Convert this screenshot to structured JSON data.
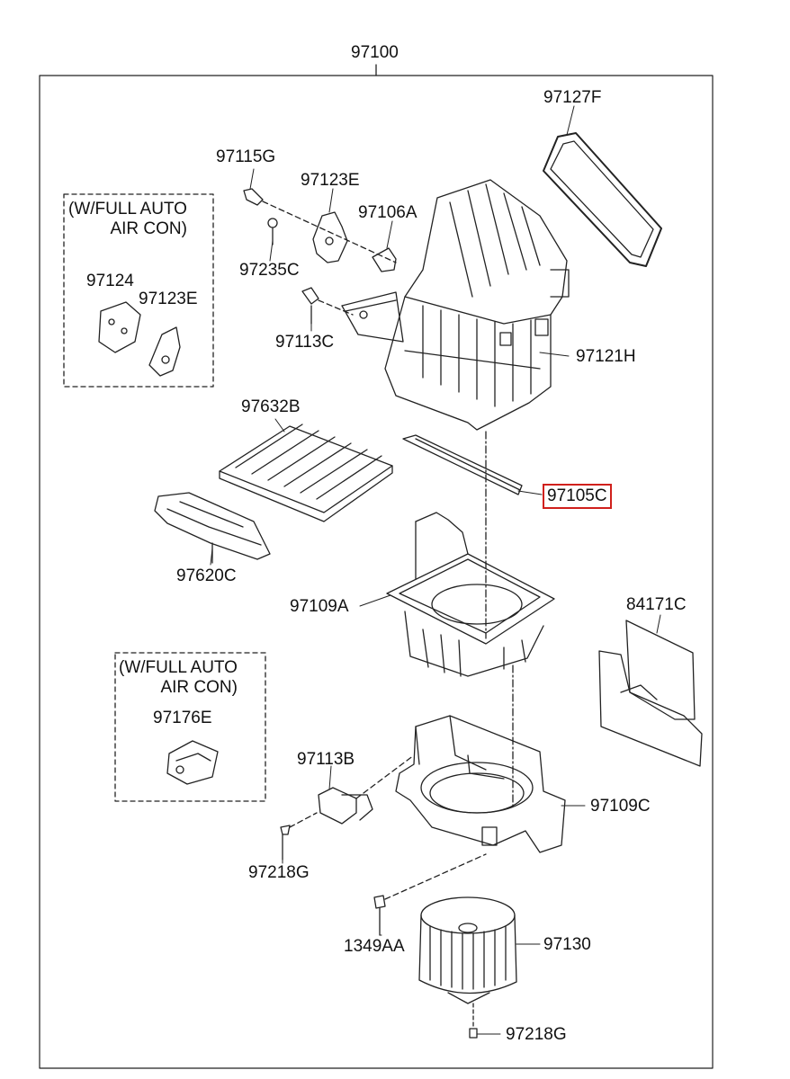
{
  "assembly_label": "97100",
  "highlight_color": "#d0201c",
  "notes": {
    "upper": {
      "line1": "(W/FULL AUTO",
      "line2": "AIR CON)"
    },
    "lower": {
      "line1": "(W/FULL AUTO",
      "line2": "AIR CON)"
    }
  },
  "parts": {
    "p97127F": "97127F",
    "p97115G": "97115G",
    "p97123E_a": "97123E",
    "p97106A": "97106A",
    "p97235C": "97235C",
    "p97124": "97124",
    "p97123E_b": "97123E",
    "p97113C": "97113C",
    "p97121H": "97121H",
    "p97632B": "97632B",
    "p97105C": "97105C",
    "p97620C": "97620C",
    "p97109A": "97109A",
    "p84171C": "84171C",
    "p97176E": "97176E",
    "p97113B": "97113B",
    "p97109C": "97109C",
    "p97218G_a": "97218G",
    "p1349AA": "1349AA",
    "p97130": "97130",
    "p97218G_b": "97218G"
  }
}
